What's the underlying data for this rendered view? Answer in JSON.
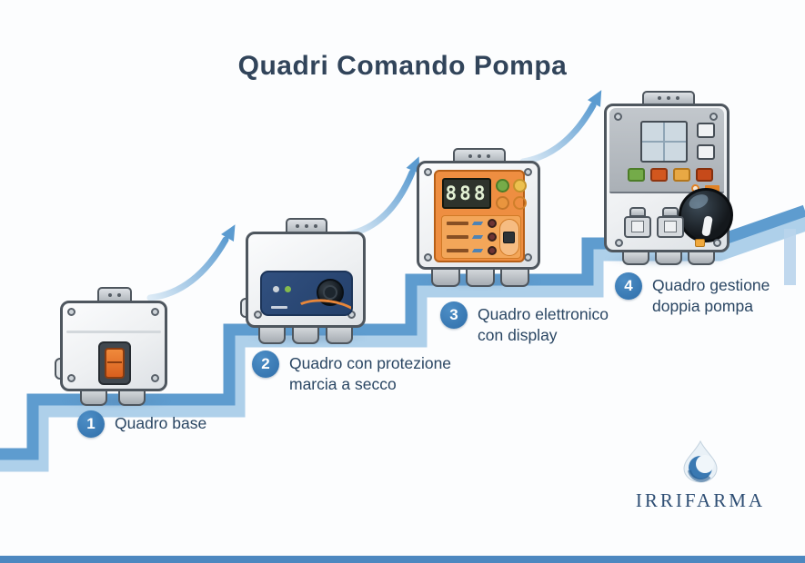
{
  "title": "Quadri Comando Pompa",
  "steps": [
    {
      "number": "1",
      "lines": [
        "Quadro base",
        ""
      ]
    },
    {
      "number": "2",
      "lines": [
        "Quadro con protezione",
        "marcia a secco"
      ]
    },
    {
      "number": "3",
      "lines": [
        "Quadro elettronico",
        "con display"
      ]
    },
    {
      "number": "4",
      "lines": [
        "Quadro gestione",
        "doppia pompa"
      ]
    }
  ],
  "devices": {
    "electronic": {
      "display": "888"
    }
  },
  "logo": {
    "text": "IRRIFARMA"
  },
  "colors": {
    "accent_blue": "#5b9bd0",
    "step_band_dark": "#5e9ccf",
    "step_band_light": "#aed0ea",
    "badge_blue": "#3b7cba",
    "title_color": "#31445a",
    "label_color": "#2a4663",
    "orange_accent": "#e8762e",
    "navy_panel": "#2c4a78",
    "panel_orange": "#ee8e41",
    "logo_color": "#2e4e74",
    "footer_bar": "#4d88c0"
  }
}
